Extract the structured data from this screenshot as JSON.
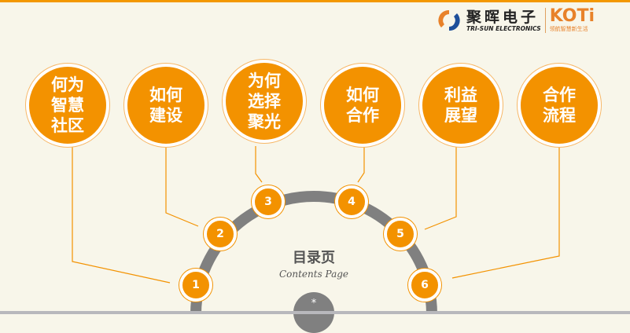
{
  "header": {
    "company_cn": "聚晖电子",
    "company_en": "TRI-SUN ELECTRONICS",
    "brand": "KOTi",
    "slogan": "领航智慧新生活"
  },
  "topics": [
    {
      "number": "1",
      "label": "何为智慧社区"
    },
    {
      "number": "2",
      "label": "如何建设"
    },
    {
      "number": "3",
      "label": "为何选择聚光"
    },
    {
      "number": "4",
      "label": "如何合作"
    },
    {
      "number": "5",
      "label": "利益展望"
    },
    {
      "number": "6",
      "label": "合作流程"
    }
  ],
  "center": {
    "title": "目录页",
    "subtitle": "Contents Page",
    "marker": "*"
  },
  "colors": {
    "accent": "#f39200",
    "arc": "#808080",
    "background": "#f8f6ea"
  }
}
